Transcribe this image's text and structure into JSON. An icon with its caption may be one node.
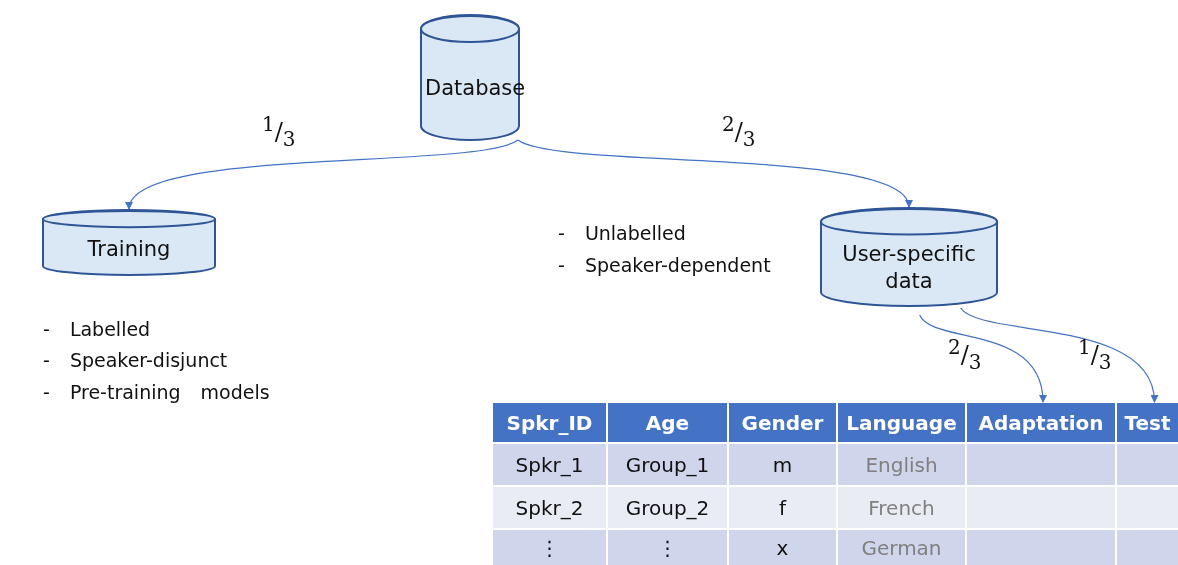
{
  "diagram": {
    "nodes": [
      {
        "text": [
          "Database"
        ]
      },
      {
        "text": [
          "Training"
        ]
      },
      {
        "text": [
          "User-specific data"
        ]
      },
      {
        "text": [
          "Adaptation"
        ]
      },
      {
        "text": [
          "Test"
        ]
      }
    ],
    "edges": [
      {
        "from": 0,
        "to": 1,
        "arrow": "to",
        "label": "$^{1}$/$_{3}$"
      },
      {
        "from": 0,
        "to": 2,
        "arrow": "to",
        "label": "$^{2}$/$_{3}$"
      },
      {
        "from": 2,
        "to": 3,
        "arrow": "to",
        "label": "$^{2}$/$_{3}$"
      },
      {
        "from": 2,
        "to": 4,
        "arrow": "to",
        "label": "$^{1}$/$_{3}$"
      }
    ],
    "labels": [
      "- Unlabelled",
      "- Speaker-dependent",
      "- Labelled",
      "- Speaker-disjunct",
      "- Pre-training models",
      "Spkr_ID",
      "Age",
      "Gender",
      "Language",
      "Spkr_1",
      "Group_1",
      "m",
      "English",
      "Spkr_2",
      "Group_2",
      "f",
      "French",
      "⋮",
      "⋮",
      "x",
      "German"
    ]
  }
}
